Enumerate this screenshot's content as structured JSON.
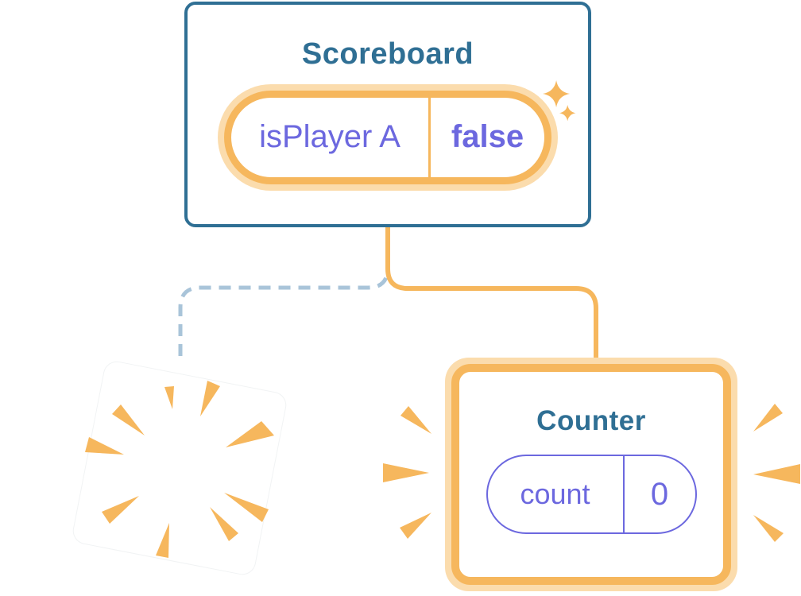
{
  "scoreboard": {
    "title": "Scoreboard",
    "state_key": "isPlayer A",
    "state_value": "false"
  },
  "counter": {
    "title": "Counter",
    "state_key": "count",
    "state_value": "0"
  },
  "colors": {
    "blue": "#2f6f94",
    "purple": "#6c68df",
    "orange": "#f6b75d",
    "orange-light": "#fbdcad",
    "dash-blue": "#a9c4d9",
    "card-bg": "#ffffff",
    "page-bg": "#ffffff"
  },
  "icons": {
    "sparkle": "four-point-star",
    "poof": "burst-rays",
    "emphasis": "speed-lines"
  }
}
